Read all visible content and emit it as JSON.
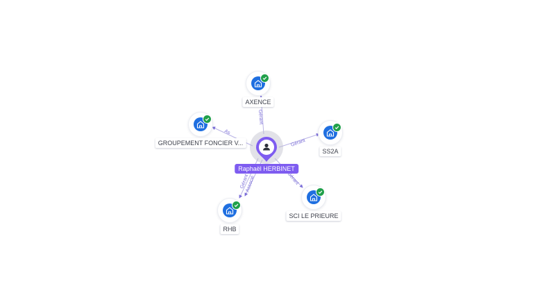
{
  "colors": {
    "accent_purple": "#7e5cf0",
    "company_blue": "#1f6fe0",
    "verified_green": "#20a04a",
    "edge": "#b9b3e6",
    "edge_label": "#7c6fd8"
  },
  "person": {
    "name": "Raphaël HERBINET",
    "icon": "person-pin-icon"
  },
  "companies": [
    {
      "id": "axence",
      "name": "AXENCE",
      "icon": "company-building-icon",
      "verified_icon": "check-badge-icon"
    },
    {
      "id": "groupement",
      "name": "GROUPEMENT FONCIER V...",
      "icon": "company-building-icon",
      "verified_icon": "check-badge-icon"
    },
    {
      "id": "ss2a",
      "name": "SS2A",
      "icon": "company-building-icon",
      "verified_icon": "check-badge-icon"
    },
    {
      "id": "rhb",
      "name": "RHB",
      "icon": "company-building-icon",
      "verified_icon": "check-badge-icon"
    },
    {
      "id": "sci",
      "name": "SCI LE PRIEURE",
      "icon": "company-building-icon",
      "verified_icon": "check-badge-icon"
    }
  ],
  "relations": {
    "axence": "Gérant",
    "groupement": "As",
    "ss2a": "Gérant",
    "rhb_1": "Gérant",
    "rhb_2": "Associé",
    "sci": "Gérant"
  }
}
